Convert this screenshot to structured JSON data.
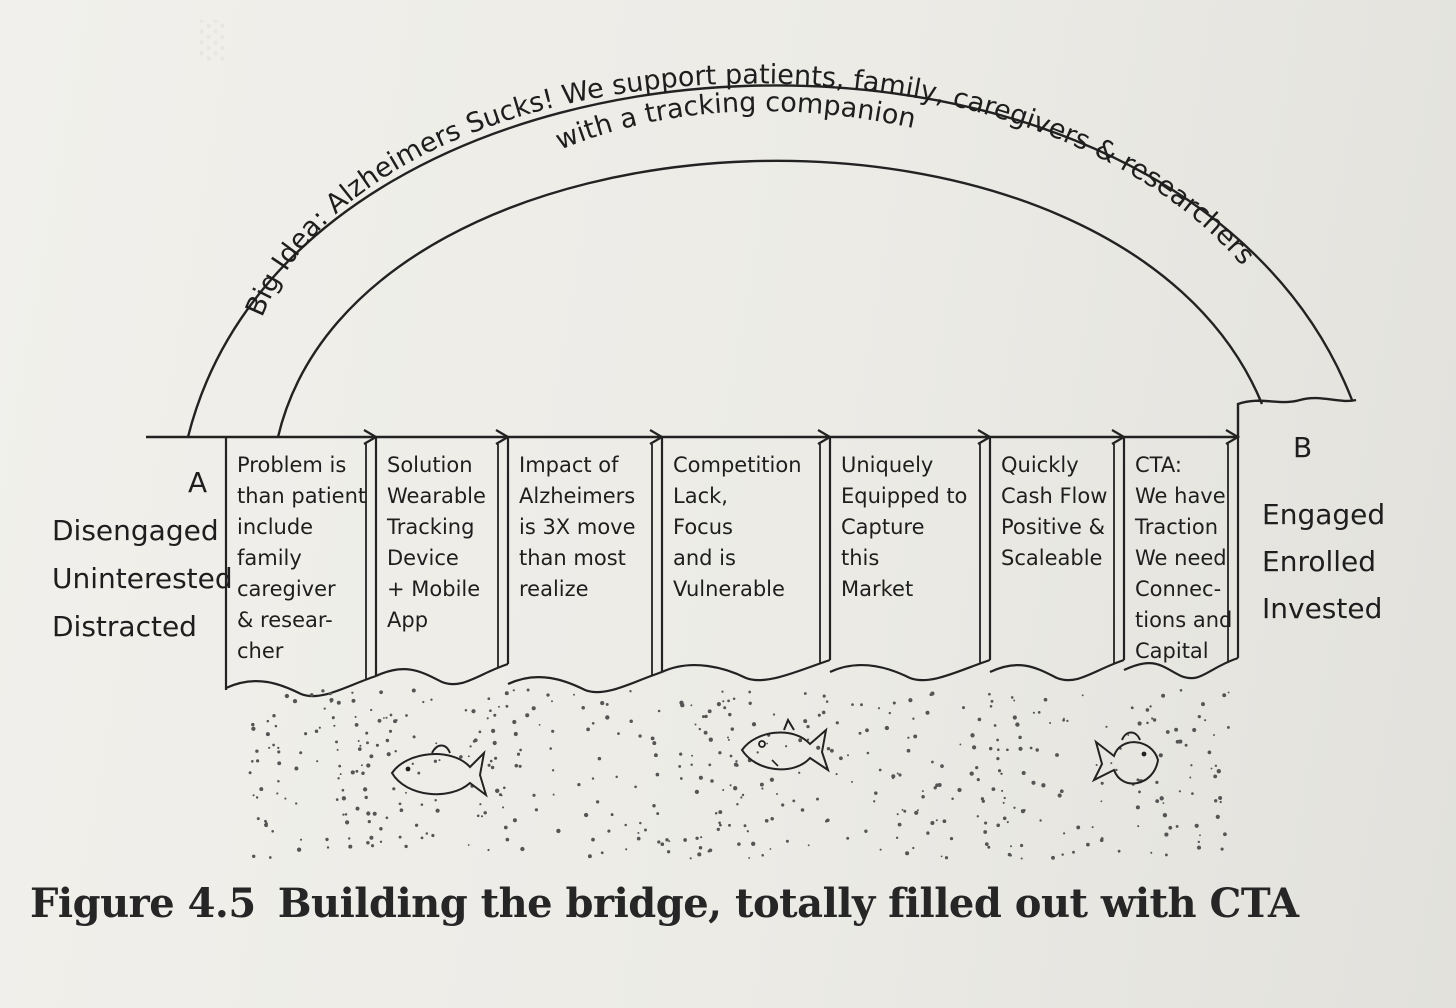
{
  "arch": {
    "outer_text": "Big Idea: Alzheimers Sucks! We support patients, family, caregivers & researchers",
    "inner_text": "with a tracking companion"
  },
  "point_a": {
    "label": "A",
    "states": [
      "Disengaged",
      "Uninterested",
      "Distracted"
    ]
  },
  "point_b": {
    "label": "B",
    "states": [
      "Engaged",
      "Enrolled",
      "Invested"
    ]
  },
  "columns": [
    {
      "lines": [
        "Problem is",
        "than patient",
        "include",
        "family",
        "caregiver",
        "& resear-",
        "cher"
      ]
    },
    {
      "lines": [
        "Solution",
        "Wearable",
        "Tracking",
        "Device",
        "+ Mobile",
        "App"
      ]
    },
    {
      "lines": [
        "Impact of",
        "Alzheimers",
        "is 3X move",
        "than most",
        "realize"
      ]
    },
    {
      "lines": [
        "Competition",
        "Lack,",
        "Focus",
        "and is",
        "Vulnerable"
      ]
    },
    {
      "lines": [
        "Uniquely",
        "Equipped to",
        "Capture",
        "this",
        "Market"
      ]
    },
    {
      "lines": [
        "Quickly",
        "Cash Flow",
        "Positive &",
        "Scaleable"
      ]
    },
    {
      "lines": [
        "CTA:",
        "We have",
        "Traction",
        "We need",
        "Connec-",
        "tions and",
        "Capital"
      ]
    }
  ],
  "caption": {
    "figure_number": "Figure 4.5",
    "text": "Building the bridge, totally filled out with CTA"
  }
}
